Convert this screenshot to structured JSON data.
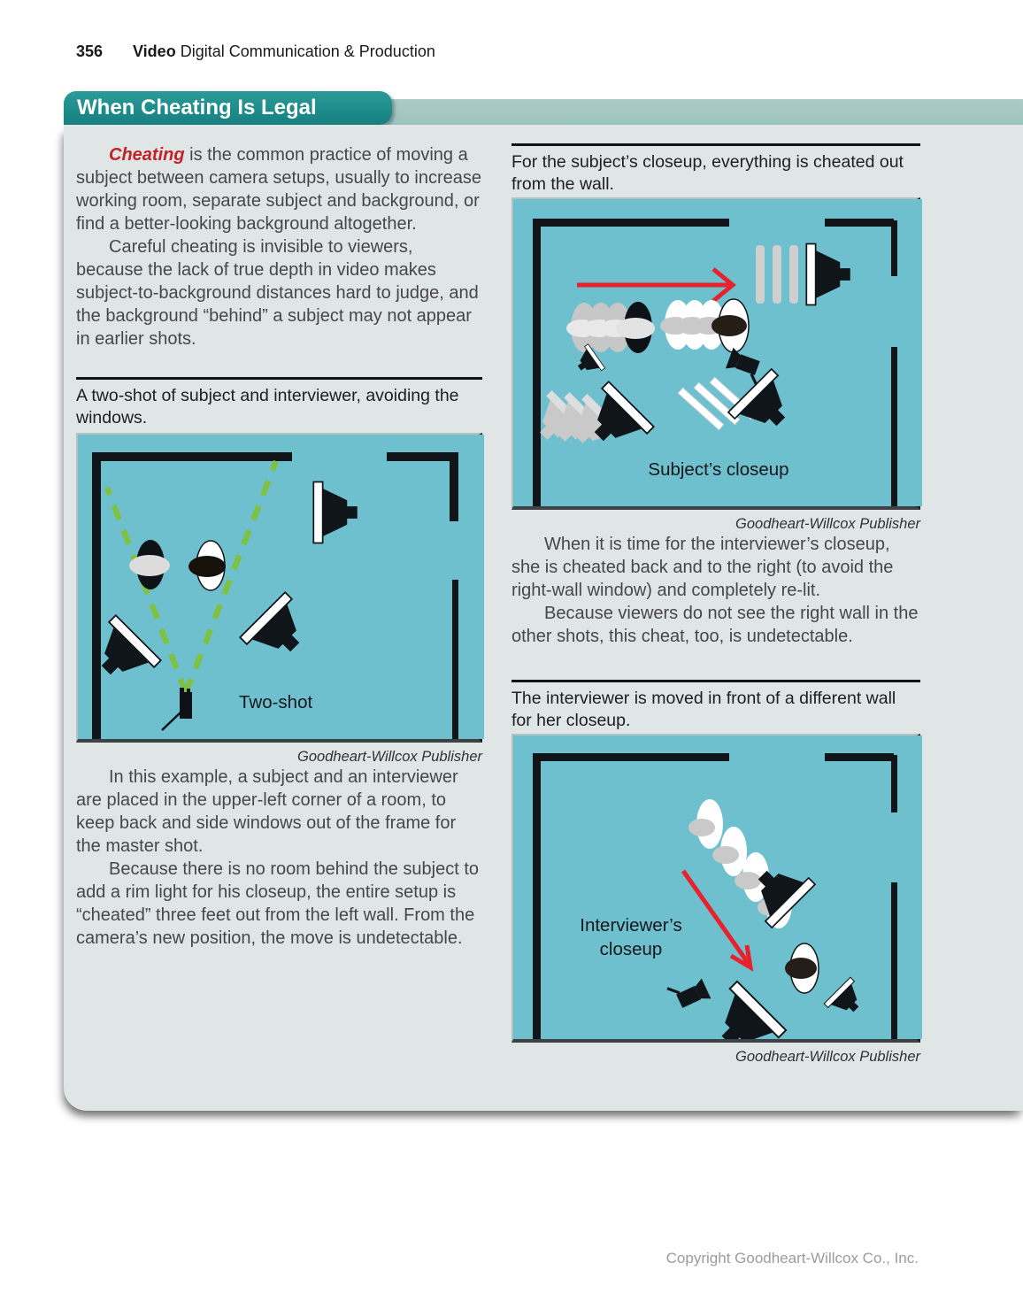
{
  "page": {
    "number": "356",
    "book_title_bold": "Video",
    "book_title_rest": "Digital Communication & Production",
    "footer": "Copyright Goodheart-Willcox Co., Inc."
  },
  "banner": {
    "title": "When Cheating Is Legal"
  },
  "intro": {
    "lead_word": "Cheating",
    "p1_rest": " is the common practice of moving a subject between camera setups, usually to increase working room, separate subject and background, or find a better-looking background altogether.",
    "p2": "Careful cheating is invisible to viewers, because the lack of true depth in video makes subject-to-background distances hard to judge, and the background “behind” a subject may not appear in earlier shots."
  },
  "left_column": {
    "caption": "A two-shot of subject and interviewer, avoiding the windows.",
    "credit": "Goodheart-Willcox Publisher",
    "p1": "In this example, a subject and an interviewer are placed in the upper-left corner of a room, to keep back and side windows out of the frame for the master shot.",
    "p2": "Because there is no room behind the subject to add a rim light for his closeup, the entire setup is “cheated” three feet out from the left wall. From the camera’s new position, the move is undetectable."
  },
  "right_column": {
    "caption_top": "For the subject’s closeup, everything is cheated out from the wall.",
    "credit_top": "Goodheart-Willcox Publisher",
    "p1": "When it is time for the interviewer’s closeup, she is cheated back and to the right (to avoid the right-wall window) and completely re-lit.",
    "p2": "Because viewers do not see the right wall in the other shots, this cheat, too, is undetectable.",
    "caption_bottom": "The interviewer is moved in front of a different wall for her closeup.",
    "credit_bottom": "Goodheart-Willcox Publisher"
  },
  "diagrams": {
    "two_shot_label": "Two-shot",
    "subject_closeup_label": "Subject’s closeup",
    "interviewer_closeup_line1": "Interviewer’s",
    "interviewer_closeup_line2": "closeup"
  },
  "colors": {
    "banner_teal": "#1e8c8b",
    "banner_strip": "#9cc3bf",
    "panel_bg": "#dfe6e5",
    "diagram_bg": "#6fc0cf",
    "wall_black": "#10151a",
    "ghost_gray": "#c9c9c9",
    "arrow_red": "#e8222d",
    "fov_green": "#7fc142",
    "lead_red": "#c42127"
  }
}
